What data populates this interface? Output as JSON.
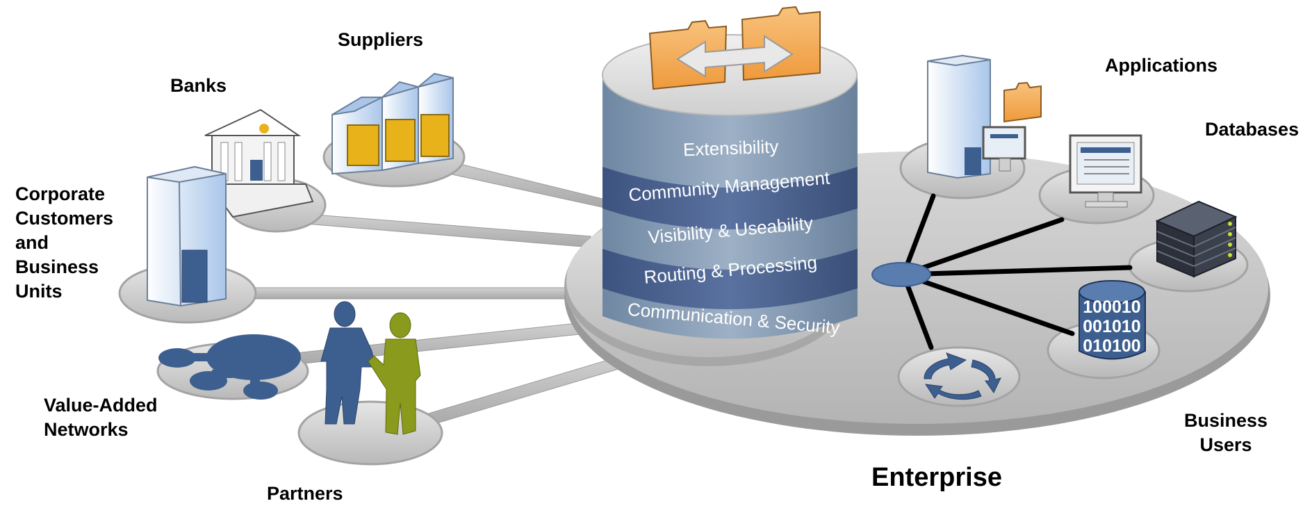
{
  "labels": {
    "suppliers": "Suppliers",
    "banks": "Banks",
    "corporate": [
      "Corporate",
      "Customers",
      "and",
      "Business",
      "Units"
    ],
    "value_added": [
      "Value-Added",
      "Networks"
    ],
    "partners": "Partners",
    "applications": "Applications",
    "databases": "Databases",
    "business_users": [
      "Business",
      "Users"
    ],
    "enterprise": "Enterprise"
  },
  "stack_layers": [
    "Extensibility",
    "Community Management",
    "Visibility & Useability",
    "Routing & Processing",
    "Communication & Security"
  ],
  "binary_text": [
    "100010",
    "001010",
    "010100"
  ],
  "colors": {
    "platform": "#c4c4c4",
    "platform_edge": "#9a9a9a",
    "stack_dark": "#4a6190",
    "stack_light": "#8aa0b8",
    "folder": "#f5a84e",
    "figure_blue": "#3d5f8f",
    "figure_green": "#8a9a1c",
    "network_blob": "#3d5f8f",
    "spoke": "#000000"
  },
  "icons": {
    "suppliers": "warehouse-icon",
    "banks": "bank-icon",
    "corporate": "office-building-icon",
    "value_added": "network-hub-icon",
    "partners": "handshake-icon",
    "applications": "app-server-icon",
    "databases": "monitor-icon",
    "servers": "server-rack-icon",
    "binary_db": "binary-database-icon",
    "business_users": "refresh-cycle-icon",
    "exchange": "folder-exchange-icon"
  }
}
